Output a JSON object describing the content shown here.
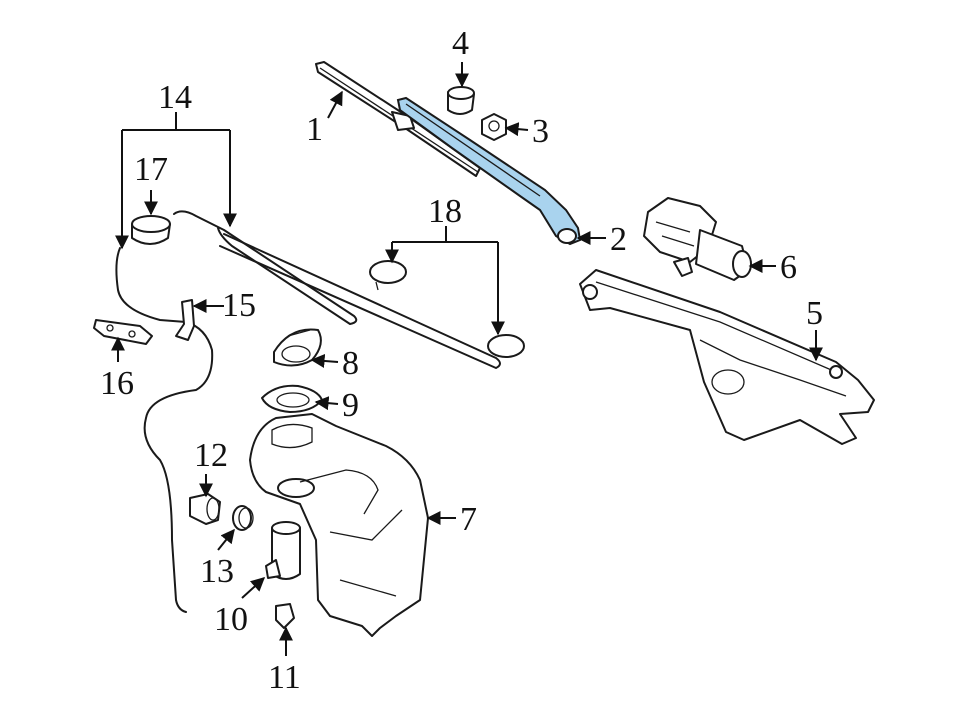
{
  "diagram": {
    "highlight_color": "#a9d3ee",
    "callouts": [
      {
        "id": "1",
        "label": "1"
      },
      {
        "id": "2",
        "label": "2"
      },
      {
        "id": "3",
        "label": "3"
      },
      {
        "id": "4",
        "label": "4"
      },
      {
        "id": "5",
        "label": "5"
      },
      {
        "id": "6",
        "label": "6"
      },
      {
        "id": "7",
        "label": "7"
      },
      {
        "id": "8",
        "label": "8"
      },
      {
        "id": "9",
        "label": "9"
      },
      {
        "id": "10",
        "label": "10"
      },
      {
        "id": "11",
        "label": "11"
      },
      {
        "id": "12",
        "label": "12"
      },
      {
        "id": "13",
        "label": "13"
      },
      {
        "id": "14",
        "label": "14"
      },
      {
        "id": "15",
        "label": "15"
      },
      {
        "id": "16",
        "label": "16"
      },
      {
        "id": "17",
        "label": "17"
      },
      {
        "id": "18",
        "label": "18"
      }
    ]
  }
}
